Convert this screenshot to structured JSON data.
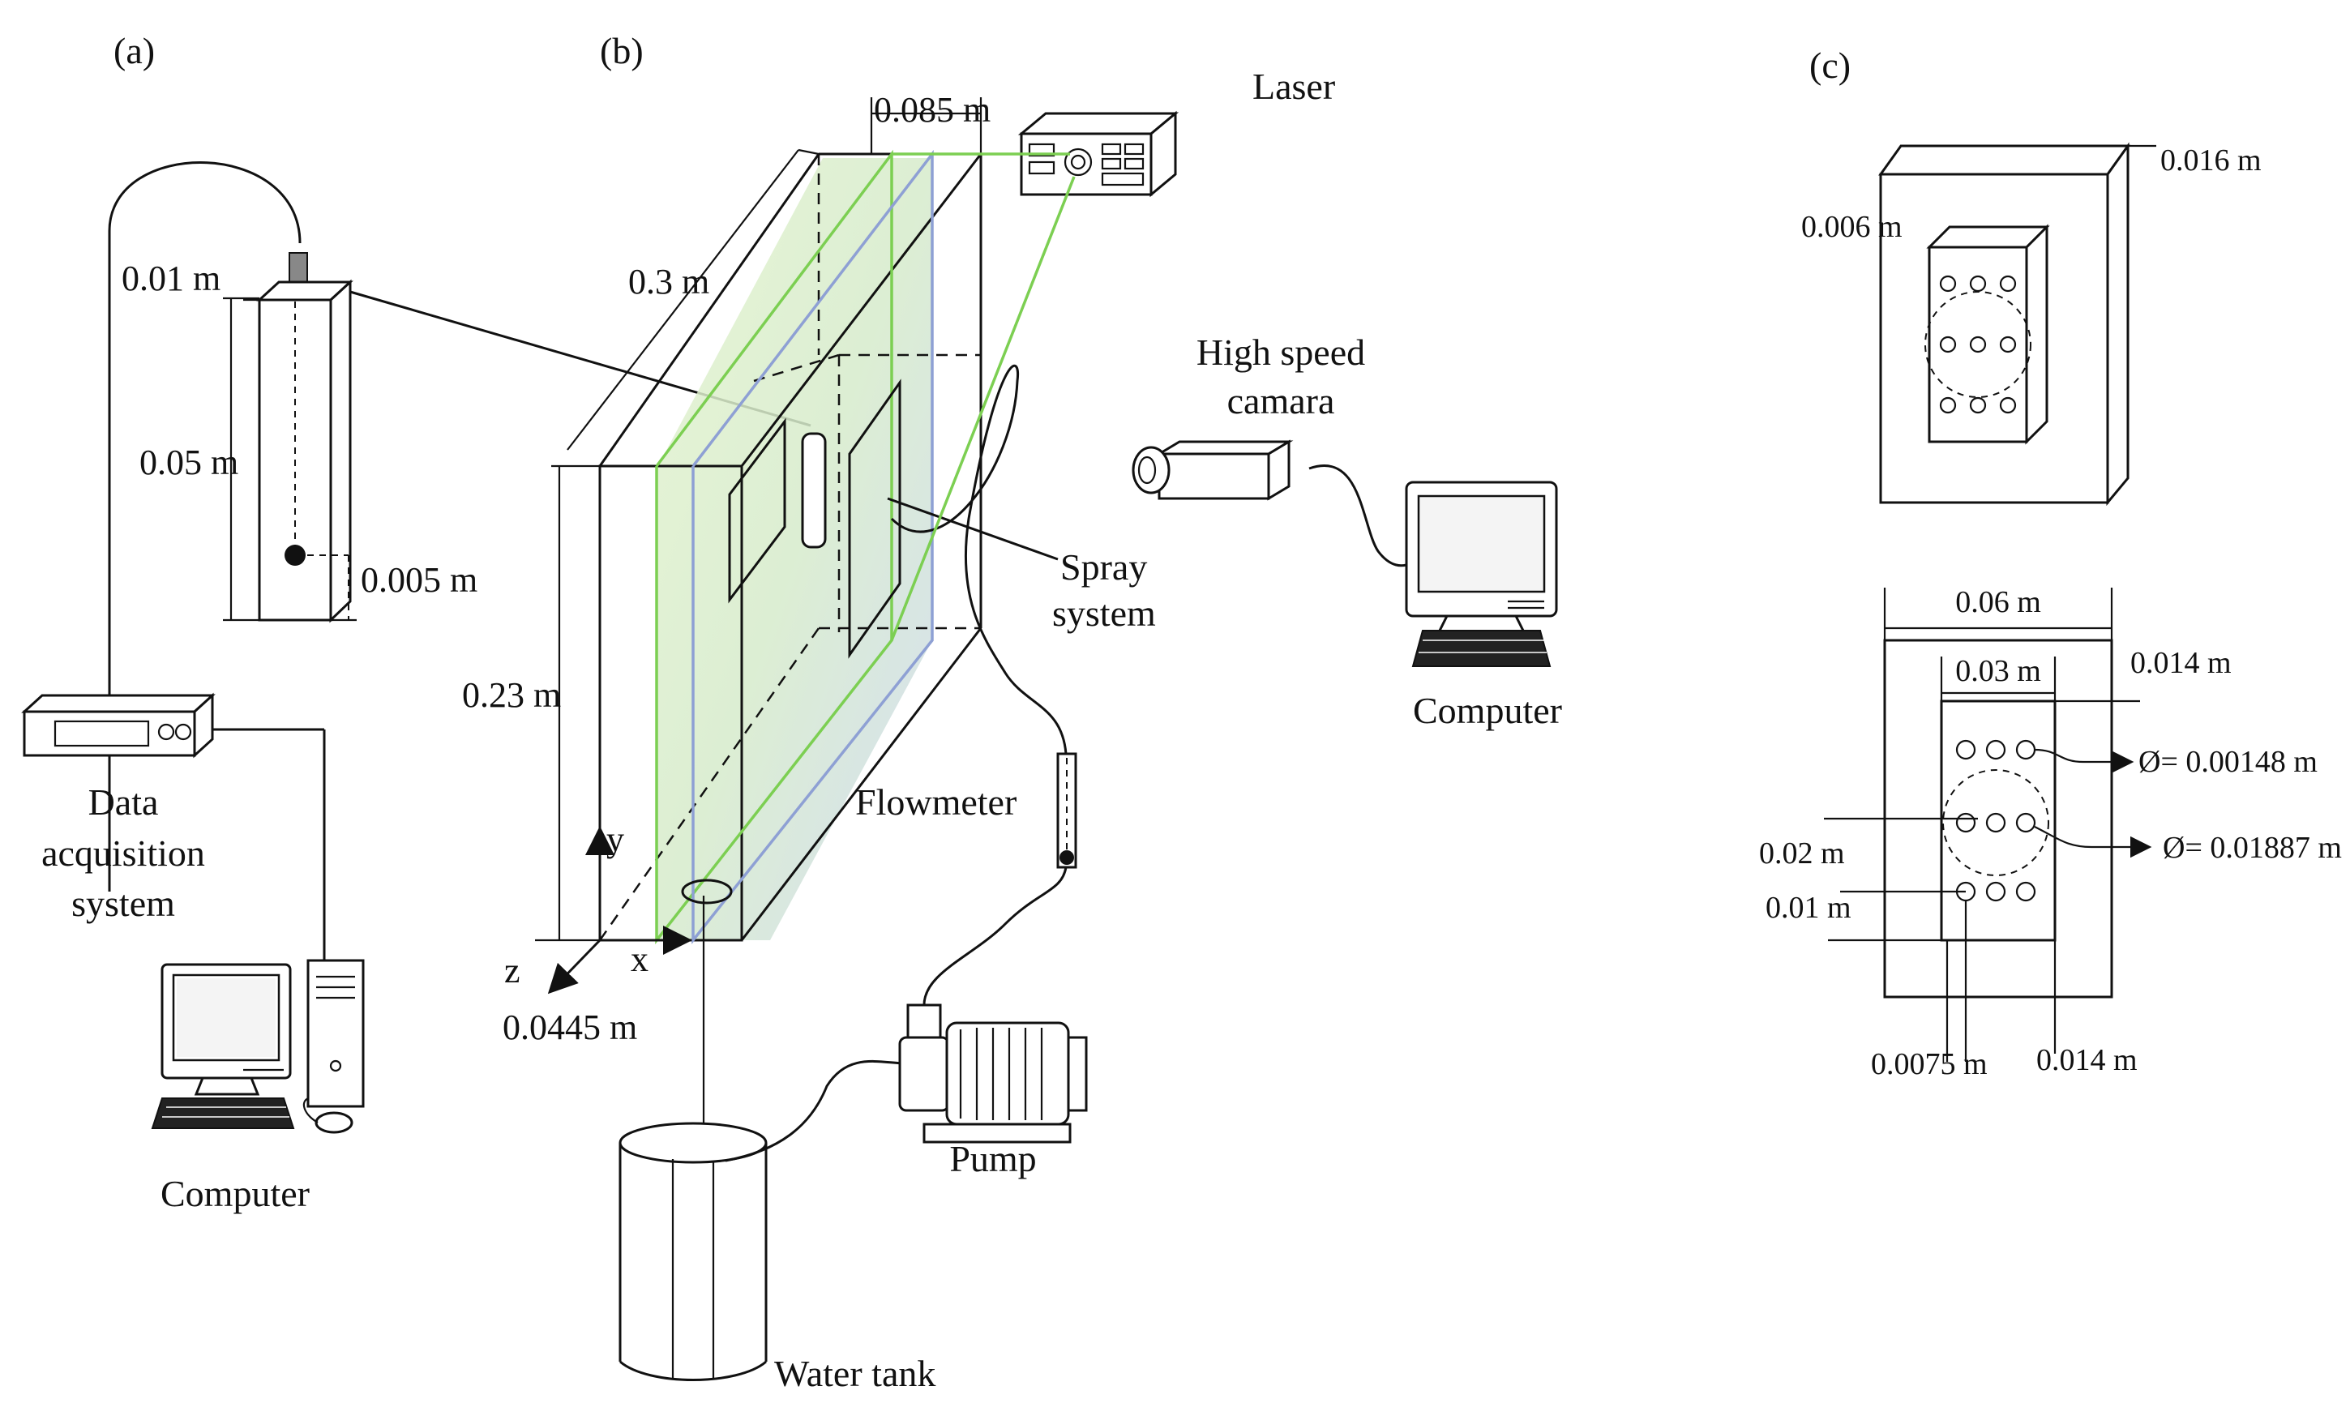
{
  "panels": {
    "a": "(a)",
    "b": "(b)",
    "c": "(c)"
  },
  "panel_a": {
    "dim_top": "0.01 m",
    "dim_length": "0.05 m",
    "dim_tip": "0.005 m",
    "daq_line1": "Data",
    "daq_line2": "acquisition",
    "daq_line3": "system",
    "computer": "Computer"
  },
  "panel_b": {
    "dim_depth": "0.085 m",
    "dim_width": "0.3 m",
    "dim_height": "0.23 m",
    "dim_inlet": "0.0445 m",
    "laser": "Laser",
    "camera_line1": "High speed",
    "camera_line2": "camara",
    "computer": "Computer",
    "spray_line1": "Spray",
    "spray_line2": "system",
    "flowmeter": "Flowmeter",
    "pump": "Pump",
    "tank": "Water tank",
    "axis_y": "y",
    "axis_x": "x",
    "axis_z": "z"
  },
  "panel_c": {
    "dim_thick": "0.016 m",
    "dim_inner": "0.006 m",
    "dim_width": "0.06 m",
    "dim_inner_w": "0.03 m",
    "dim_margin": "0.014 m",
    "dim_small_d": "Ø= 0.00148 m",
    "dim_large_d": "Ø= 0.01887 m",
    "dim_y1": "0.02 m",
    "dim_y2": "0.01 m",
    "dim_x1": "0.0075 m",
    "dim_x2": "0.014 m"
  },
  "colors": {
    "laser_sheet_green": "#7ccf52",
    "laser_sheet_blue": "#8ea0d4"
  }
}
